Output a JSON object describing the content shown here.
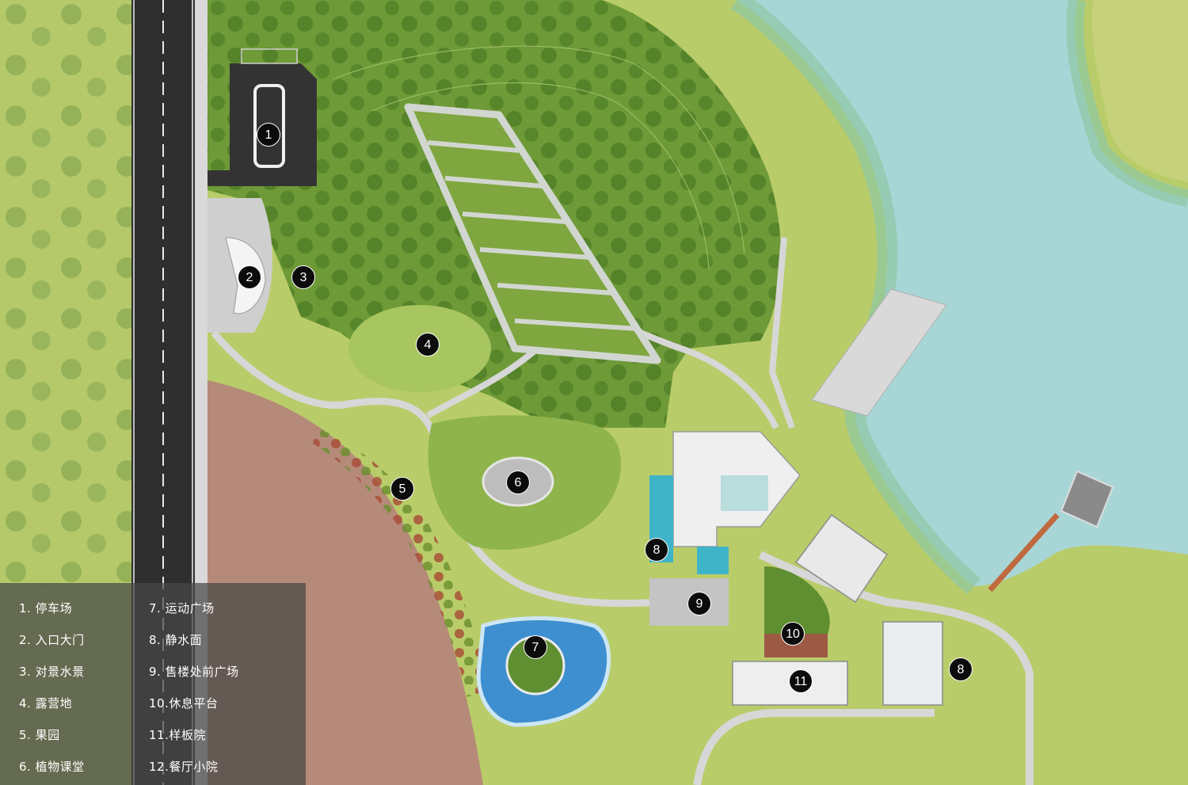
{
  "markers": [
    "1",
    "2",
    "3",
    "4",
    "5",
    "6",
    "7",
    "8",
    "8",
    "9",
    "10",
    "11"
  ],
  "legend": {
    "items": [
      "1.  停车场",
      "2.  入口大门",
      "3.  对景水景",
      "4.  露营地",
      "5.  果园",
      "6.  植物课堂",
      "7.  运动广场",
      "8.  静水面",
      "9.  售楼处前广场",
      "10.休息平台",
      "11.样板院",
      "12.餐厅小院"
    ]
  },
  "colors": {
    "lawn": "#b9cc6a",
    "hill": "#6e9a37",
    "lake": "#a8d6d6",
    "orchard": "#b58a78",
    "road": "#2f2f2f",
    "marker": "#0c0c0c"
  }
}
